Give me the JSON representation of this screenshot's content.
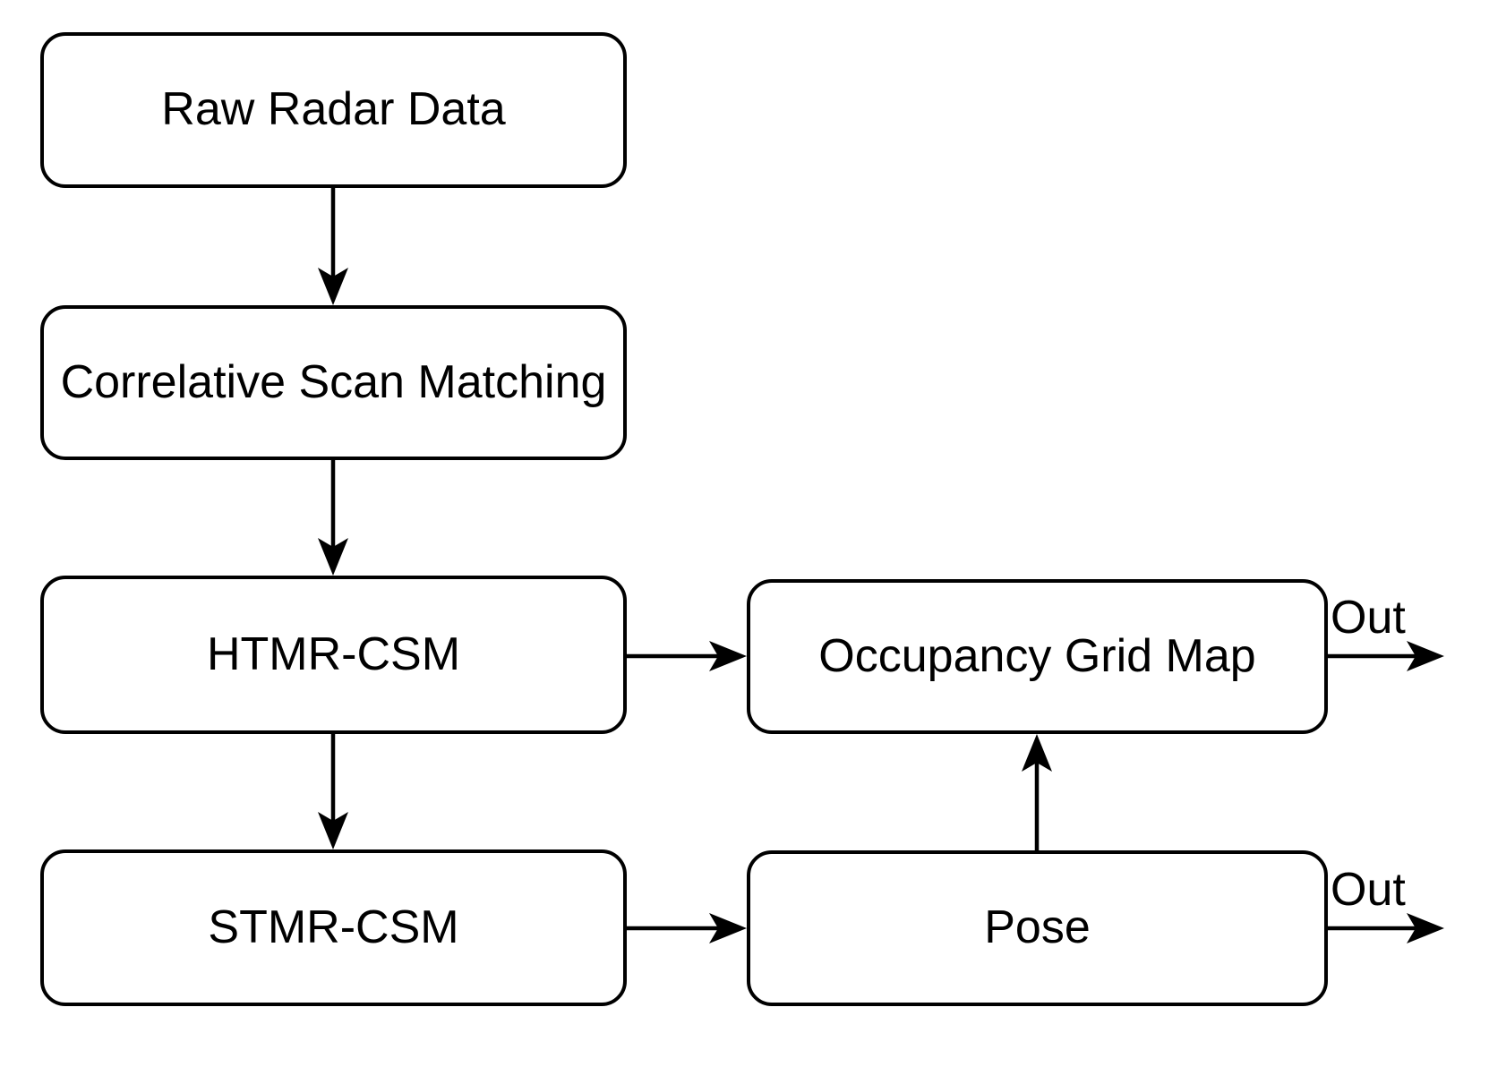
{
  "diagram": {
    "type": "flowchart",
    "colors": {
      "background": "#ffffff",
      "node_fill": "#ffffff",
      "stroke": "#000000",
      "text": "#000000"
    },
    "nodes": [
      {
        "id": "raw-radar-data",
        "label": "Raw Radar Data"
      },
      {
        "id": "correlative-scan-matching",
        "label": "Correlative Scan Matching"
      },
      {
        "id": "htmr-csm",
        "label": "HTMR-CSM"
      },
      {
        "id": "stmr-csm",
        "label": "STMR-CSM"
      },
      {
        "id": "occupancy-grid-map",
        "label": "Occupancy Grid Map"
      },
      {
        "id": "pose",
        "label": "Pose"
      }
    ],
    "edges": [
      {
        "from": "raw-radar-data",
        "to": "correlative-scan-matching",
        "direction": "down"
      },
      {
        "from": "correlative-scan-matching",
        "to": "htmr-csm",
        "direction": "down"
      },
      {
        "from": "htmr-csm",
        "to": "stmr-csm",
        "direction": "down"
      },
      {
        "from": "htmr-csm",
        "to": "occupancy-grid-map",
        "direction": "right"
      },
      {
        "from": "stmr-csm",
        "to": "pose",
        "direction": "right"
      },
      {
        "from": "pose",
        "to": "occupancy-grid-map",
        "direction": "up"
      },
      {
        "from": "occupancy-grid-map",
        "to": "output",
        "direction": "right",
        "label": "Out"
      },
      {
        "from": "pose",
        "to": "output",
        "direction": "right",
        "label": "Out"
      }
    ],
    "out_labels": {
      "occupancy_out": "Out",
      "pose_out": "Out"
    }
  }
}
